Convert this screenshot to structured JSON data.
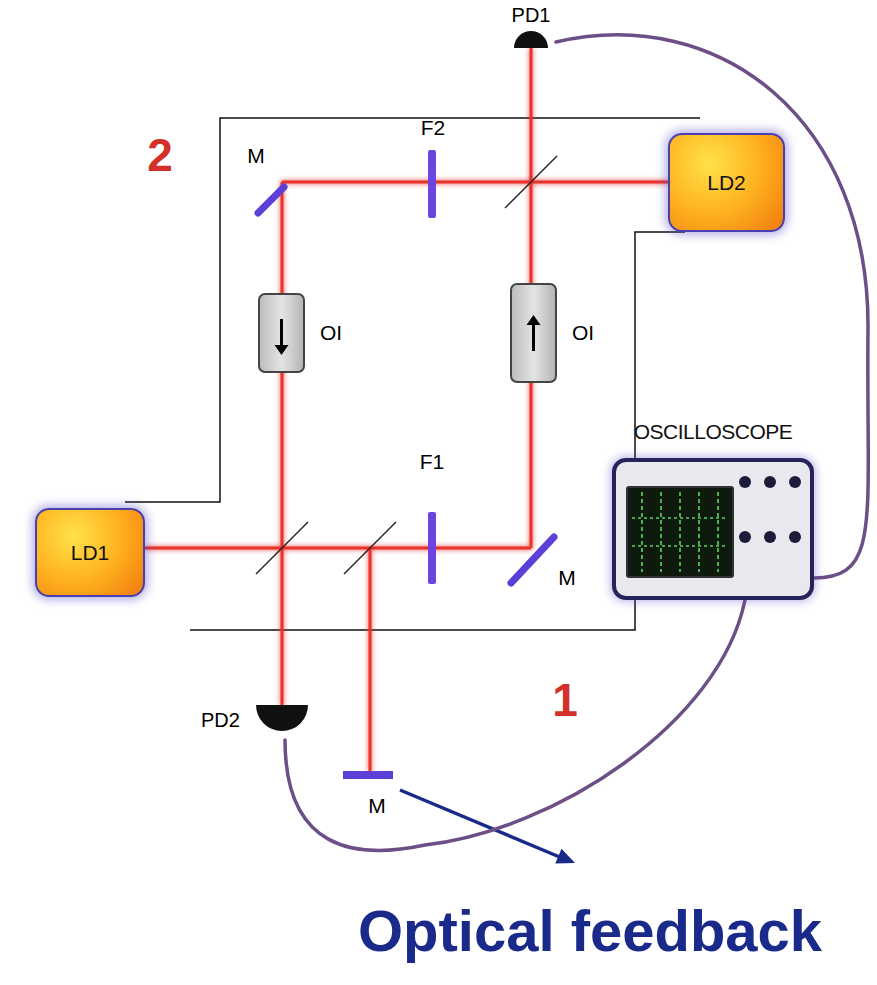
{
  "diagram": {
    "nodes": [
      {
        "text": [
          "PD1"
        ]
      },
      {
        "text": [
          "LD2"
        ]
      },
      {
        "text": [
          "OI"
        ]
      },
      {
        "text": [
          "OI"
        ]
      },
      {
        "text": [
          "OSCILLOSCOPE"
        ]
      },
      {
        "text": [
          "LD1"
        ]
      },
      {
        "text": [
          "PD2"
        ]
      }
    ],
    "edges": [
      {
        "from": 0,
        "to": 4,
        "arrow": "none"
      },
      {
        "from": 6,
        "to": 4,
        "arrow": "none"
      }
    ],
    "labels": [
      "2",
      "M",
      "F2",
      "F1",
      "M",
      "1",
      "M",
      "Optical feedback"
    ]
  }
}
